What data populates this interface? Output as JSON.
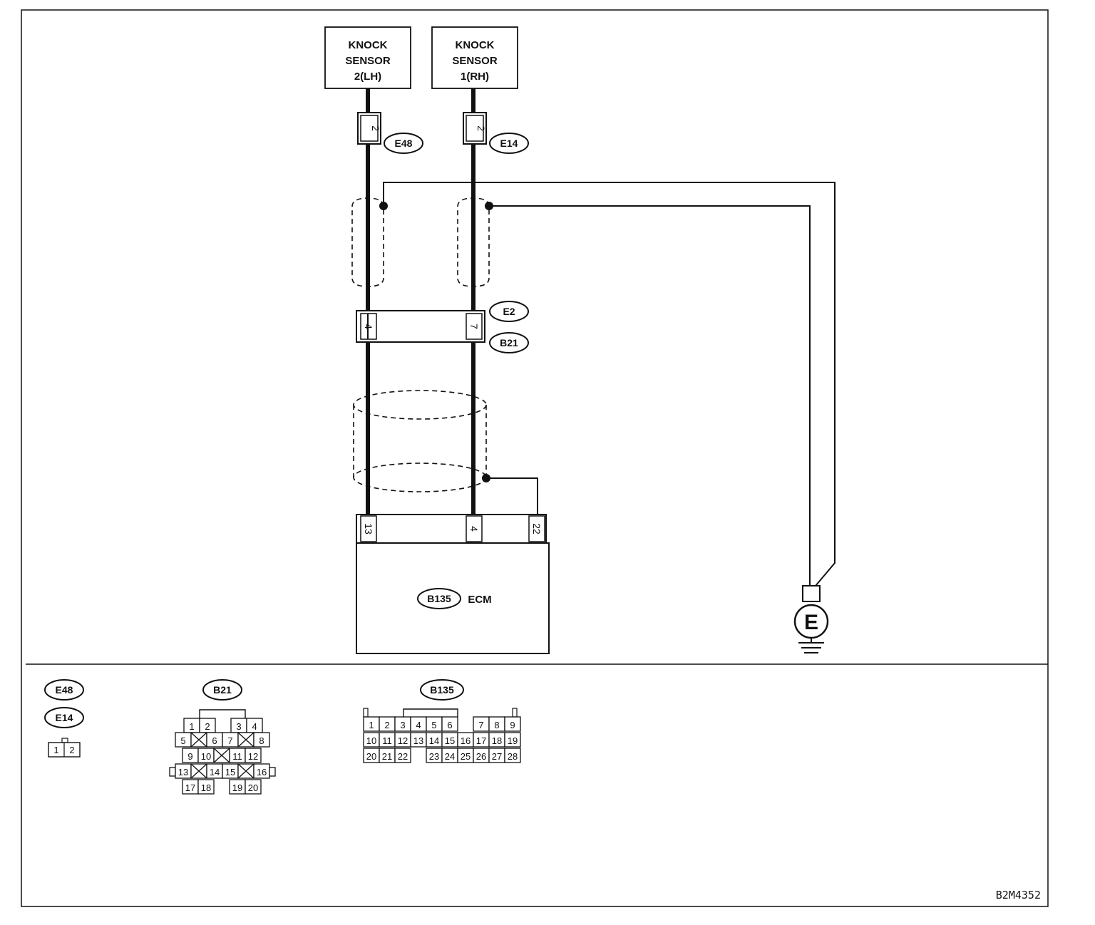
{
  "sensors": [
    {
      "line1": "KNOCK",
      "line2": "SENSOR",
      "line3": "2(LH)"
    },
    {
      "line1": "KNOCK",
      "line2": "SENSOR",
      "line3": "1(RH)"
    }
  ],
  "connectors": {
    "e48": "E48",
    "e14": "E14",
    "e2": "E2",
    "b21": "B21",
    "b135": "B135"
  },
  "pins": {
    "e48_pin": "2",
    "e14_pin": "2",
    "e2_pin_left": "4",
    "e2_pin_right": "7",
    "ecm_pin_13": "13",
    "ecm_pin_4": "4",
    "ecm_pin_22": "22"
  },
  "ecm": {
    "ref": "B135",
    "label": "ECM"
  },
  "ground": {
    "label": "E"
  },
  "legend": {
    "e48": "E48",
    "e14": "E14",
    "e_pins": [
      "1",
      "2"
    ],
    "b21": "B21",
    "b21_rows": [
      [
        "1",
        "2",
        "3",
        "4"
      ],
      [
        "5",
        "6",
        "7",
        "8"
      ],
      [
        "9",
        "10",
        "11",
        "12"
      ],
      [
        "13",
        "14",
        "15",
        "16"
      ],
      [
        "17",
        "18",
        "19",
        "20"
      ]
    ],
    "b135": "B135",
    "b135_rows": [
      [
        "1",
        "2",
        "3",
        "4",
        "5",
        "6",
        "7",
        "8",
        "9"
      ],
      [
        "10",
        "11",
        "12",
        "13",
        "14",
        "15",
        "16",
        "17",
        "18",
        "19"
      ],
      [
        "20",
        "21",
        "22",
        "23",
        "24",
        "25",
        "26",
        "27",
        "28"
      ]
    ]
  },
  "figure_id": "B2M4352"
}
